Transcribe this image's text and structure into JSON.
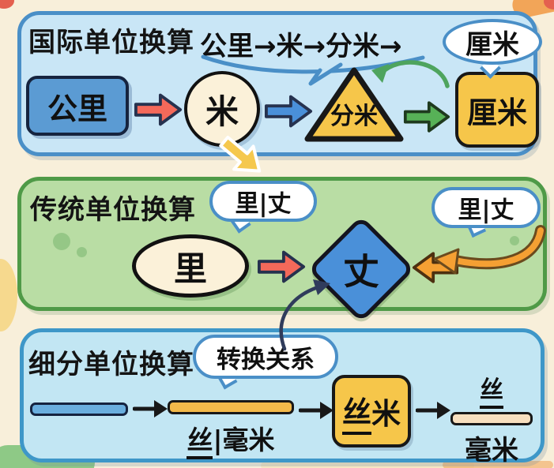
{
  "page": {
    "background_color": "#f8efda"
  },
  "intl": {
    "title": "国际单位换算",
    "chain": "公里→米→分米→",
    "bubble": "厘米",
    "node_km": "公里",
    "node_m": "米",
    "node_dm": "分米",
    "node_cm": "厘米",
    "colors": {
      "panel_bg": "#c9e6f6",
      "panel_border": "#4a8fc7",
      "km_fill": "#5b9bd3",
      "cream_fill": "#fbf1d9",
      "yellow_fill": "#f6c64a",
      "red_arrow": "#f4695a",
      "blue_arrow": "#4a90d9",
      "green_arrow": "#57b157",
      "green_curve_arrow": "#4ea45e",
      "yellow_down_arrow": "#f5c84e"
    }
  },
  "trad": {
    "title": "传统单位换算",
    "bubble_left": "里|丈",
    "bubble_right": "里|丈",
    "node_li": "里",
    "node_zhang": "丈",
    "colors": {
      "panel_bg": "#b9dda4",
      "panel_border": "#4f9a47",
      "diamond_fill": "#4a90d9",
      "red_arrow": "#f4695a",
      "orange_arrow": "#f5a033",
      "navy_curve_arrow": "#303c5c"
    }
  },
  "sub": {
    "title": "细分单位换算",
    "bubble": "转换关系",
    "label_si": "丝",
    "label_sep": "|",
    "label_mm": "毫米",
    "node_simi_si": "丝",
    "node_simi_mi": "米",
    "fraction_top": "丝",
    "fraction_bottom": "毫米",
    "colors": {
      "panel_bg": "#c2e6f3",
      "panel_border": "#3e97c8",
      "blue_bar": "#6aaede",
      "yellow_bar": "#f3b94a",
      "cream_bar": "#f7dfbf",
      "thin_arrow": "#181818"
    }
  }
}
